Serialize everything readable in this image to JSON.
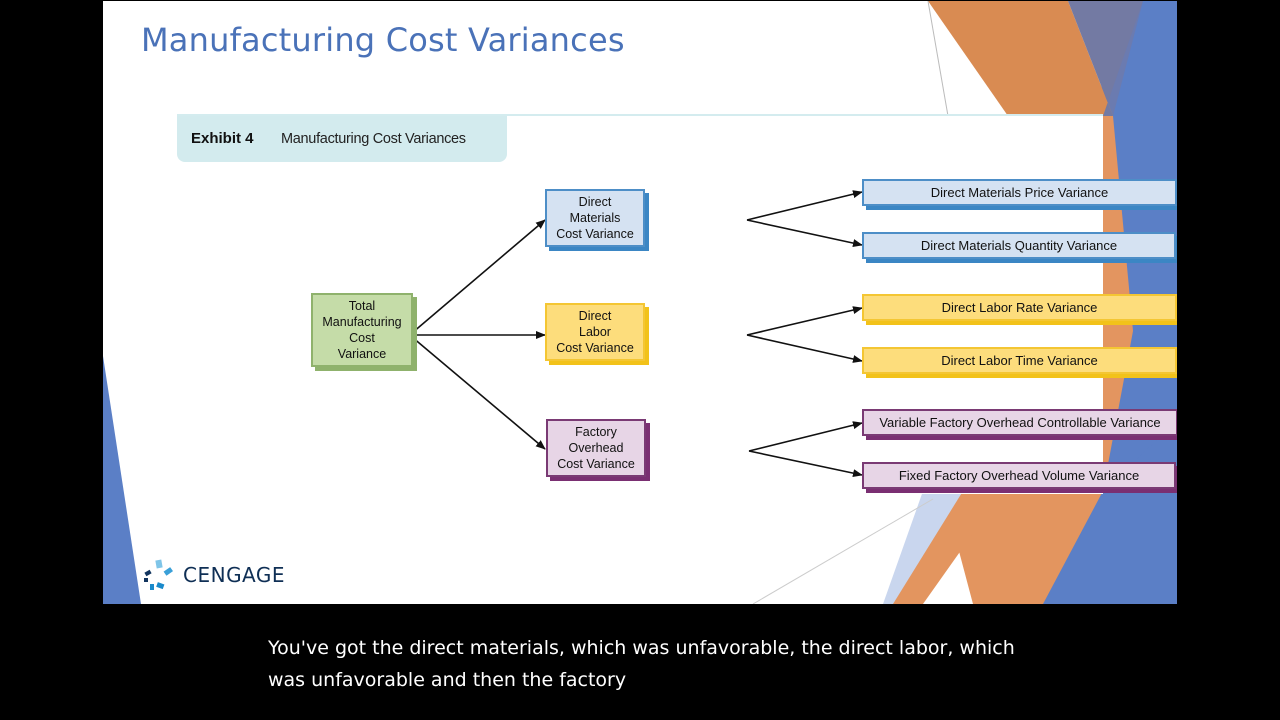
{
  "slide": {
    "title": "Manufacturing Cost Variances",
    "exhibit": {
      "label": "Exhibit 4",
      "caption": "Manufacturing Cost Variances"
    },
    "diagram": {
      "root": {
        "lines": [
          "Total",
          "Manufacturing",
          "Cost",
          "Variance"
        ],
        "color": "#c5dca8"
      },
      "branches": [
        {
          "lines": [
            "Direct",
            "Materials",
            "Cost Variance"
          ],
          "color": "#d5e2f2",
          "children": [
            "Direct Materials Price Variance",
            "Direct Materials Quantity Variance"
          ]
        },
        {
          "lines": [
            "Direct",
            "Labor",
            "Cost Variance"
          ],
          "color": "#fddd7c",
          "children": [
            "Direct Labor Rate Variance",
            "Direct Labor Time Variance"
          ]
        },
        {
          "lines": [
            "Factory",
            "Overhead",
            "Cost Variance"
          ],
          "color": "#e7d5e6",
          "children": [
            "Variable Factory Overhead Controllable Variance",
            "Fixed Factory Overhead Volume Variance"
          ]
        }
      ]
    },
    "logo": {
      "icon": "cengage-logo-icon",
      "text": "CENGAGE"
    },
    "colors": {
      "title": "#4a72b8",
      "accent_orange": "#e0945c",
      "accent_blue": "#5a80c8"
    }
  },
  "subtitle": {
    "text": "You've got the direct materials, which was unfavorable, the direct labor, which was unfavorable and then the factory"
  }
}
